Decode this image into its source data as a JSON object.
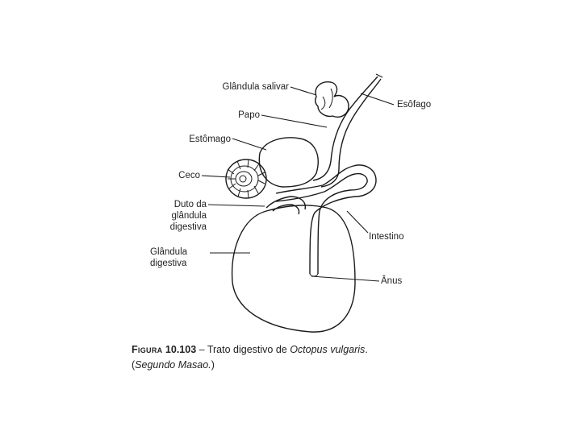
{
  "labels": {
    "glandula_salivar": "Glândula salivar",
    "esofago": "Esôfago",
    "papo": "Papo",
    "estomago": "Estômago",
    "ceco": "Ceco",
    "duto_line1": "Duto da",
    "duto_line2": "glândula",
    "duto_line3": "digestiva",
    "glandula_digestiva_line1": "Glândula",
    "glandula_digestiva_line2": "digestiva",
    "intestino": "Intestino",
    "anus": "Ânus"
  },
  "caption": {
    "figure_word": "Figura",
    "figure_number": "10.103",
    "dash": " – ",
    "text": "Trato digestivo de ",
    "species": "Octopus vulgaris",
    "period": ".",
    "source_open": "(",
    "source": "Segundo Masao.",
    "source_close": ")"
  },
  "colors": {
    "ink": "#1a1a1a",
    "background": "#ffffff"
  }
}
